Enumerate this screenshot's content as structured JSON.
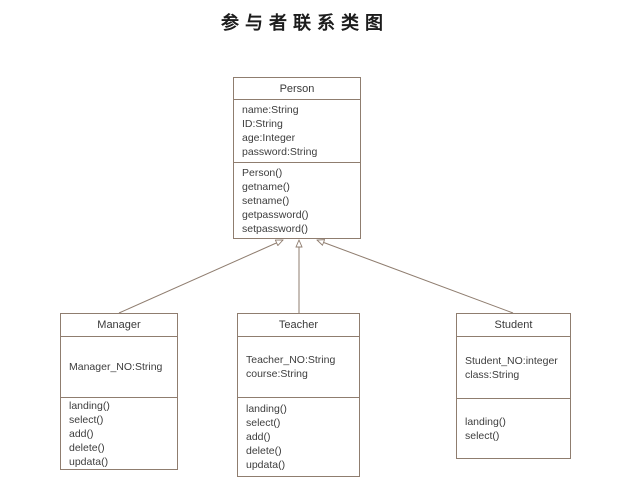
{
  "title": "参与者联系类图",
  "colors": {
    "background": "#ffffff",
    "box_border": "#8f7d6f",
    "connector": "#8f7d6f",
    "box_fill": "#ffffff",
    "member_text": "#3d3d3d",
    "title_text": "#1c1c1c"
  },
  "diagram": {
    "type": "uml-class-diagram",
    "classes": [
      {
        "id": "person",
        "name": "Person",
        "attributes": [
          "name:String",
          "ID:String",
          "age:Integer",
          "password:String"
        ],
        "methods": [
          "Person()",
          "getname()",
          "setname()",
          "getpassword()",
          "setpassword()"
        ]
      },
      {
        "id": "manager",
        "name": "Manager",
        "attributes": [
          "Manager_NO:String"
        ],
        "methods": [
          "landing()",
          "select()",
          "add()",
          "delete()",
          "updata()"
        ]
      },
      {
        "id": "teacher",
        "name": "Teacher",
        "attributes": [
          "Teacher_NO:String",
          "course:String"
        ],
        "methods": [
          "landing()",
          "select()",
          "add()",
          "delete()",
          "updata()"
        ]
      },
      {
        "id": "student",
        "name": "Student",
        "attributes": [
          "Student_NO:integer",
          "class:String"
        ],
        "methods": [
          "landing()",
          "select()"
        ]
      }
    ],
    "relations": [
      {
        "from": "Manager",
        "to": "Person",
        "type": "generalization"
      },
      {
        "from": "Teacher",
        "to": "Person",
        "type": "generalization"
      },
      {
        "from": "Student",
        "to": "Person",
        "type": "generalization"
      }
    ]
  }
}
